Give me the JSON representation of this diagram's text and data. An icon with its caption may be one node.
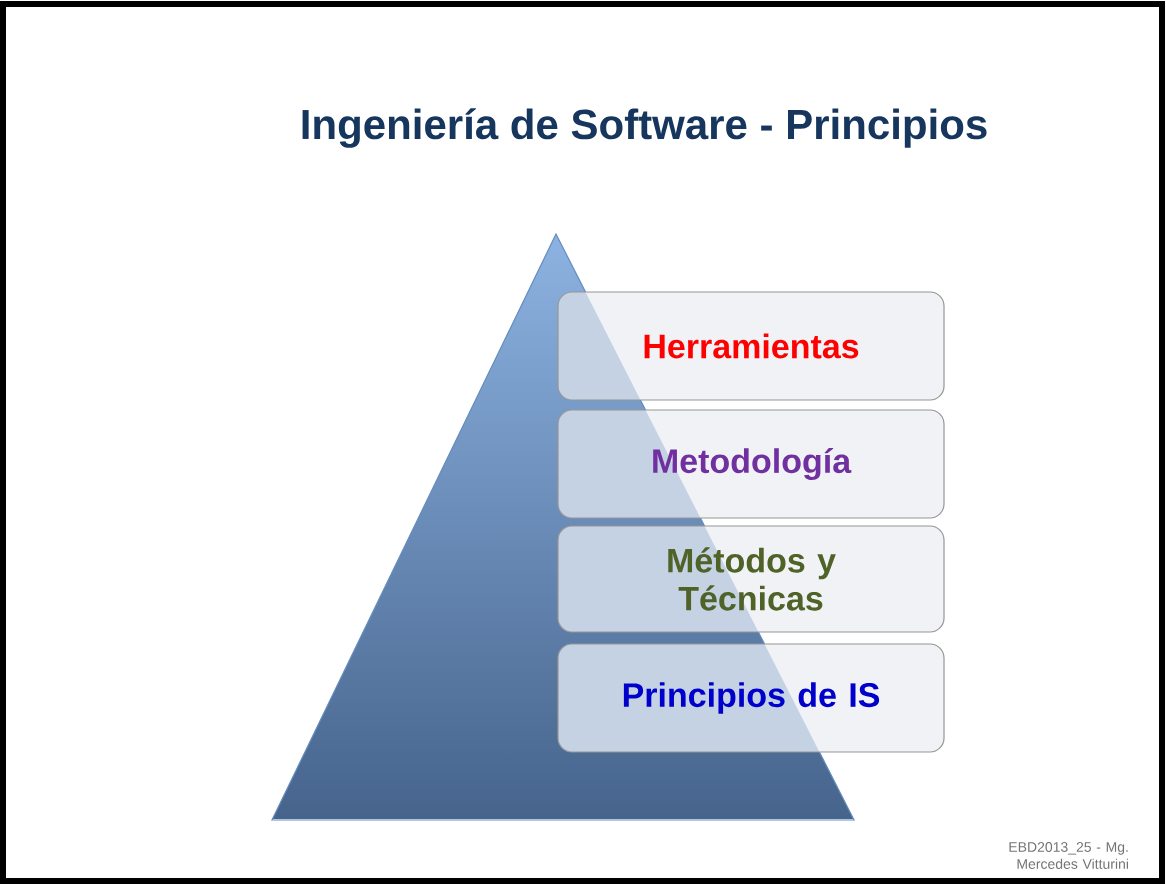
{
  "diagram": {
    "title": "Ingeniería de Software - Principios",
    "nodes": [
      {
        "text": [
          "Herramientas"
        ]
      },
      {
        "text": [
          "Metodología"
        ]
      },
      {
        "text": [
          "Métodos y Técnicas"
        ]
      },
      {
        "text": [
          "Principios de IS"
        ]
      }
    ],
    "labels": [
      "EBD2013_25 - Mg. Mercedes Vitturini"
    ]
  }
}
